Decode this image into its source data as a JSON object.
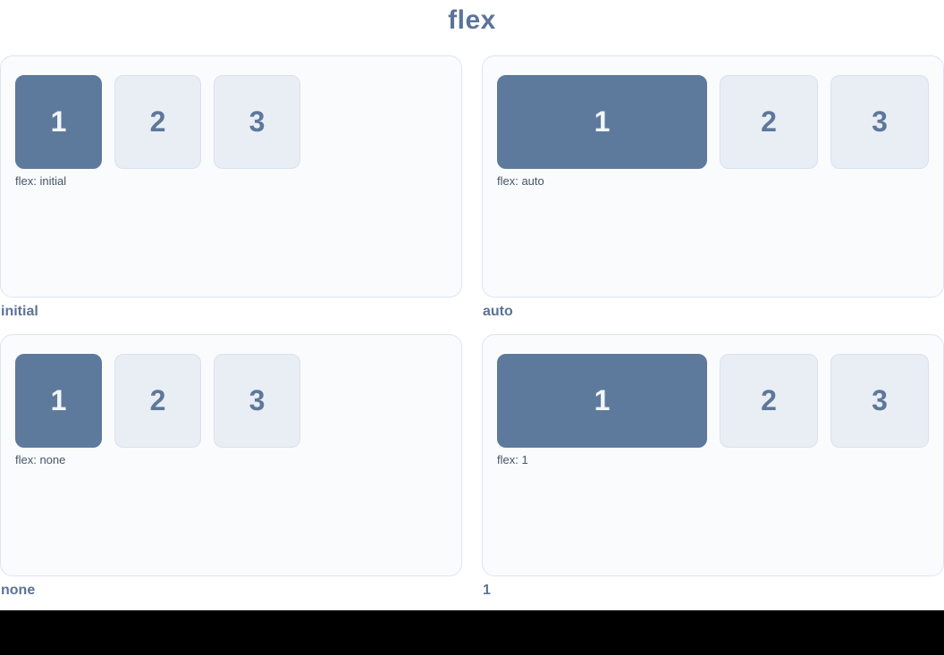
{
  "title": "flex",
  "items_numbers": [
    "1",
    "2",
    "3"
  ],
  "panels": [
    {
      "name": "initial",
      "css_label": "flex: initial",
      "variant": "fixed",
      "items": [
        "1",
        "2",
        "3"
      ]
    },
    {
      "name": "auto",
      "css_label": "flex: auto",
      "variant": "grow",
      "items": [
        "1",
        "2",
        "3"
      ]
    },
    {
      "name": "none",
      "css_label": "flex: none",
      "variant": "fixed",
      "items": [
        "1",
        "2",
        "3"
      ]
    },
    {
      "name": "1",
      "css_label": "flex: 1",
      "variant": "grow",
      "items": [
        "1",
        "2",
        "3"
      ]
    }
  ],
  "colors": {
    "title": "#5b7399",
    "panel_background": "#fafbfd",
    "panel_border": "#dee5f0",
    "highlight_item_background": "#5d7a9d",
    "highlight_item_text": "#f2f6fa",
    "item_background": "#e9eef5",
    "item_border": "#d9e1ee",
    "item_text": "#5d7899",
    "css_label_text": "#475569",
    "panel_name_text": "#5d7396",
    "page_background": "#ffffff",
    "void_background": "#000000"
  }
}
